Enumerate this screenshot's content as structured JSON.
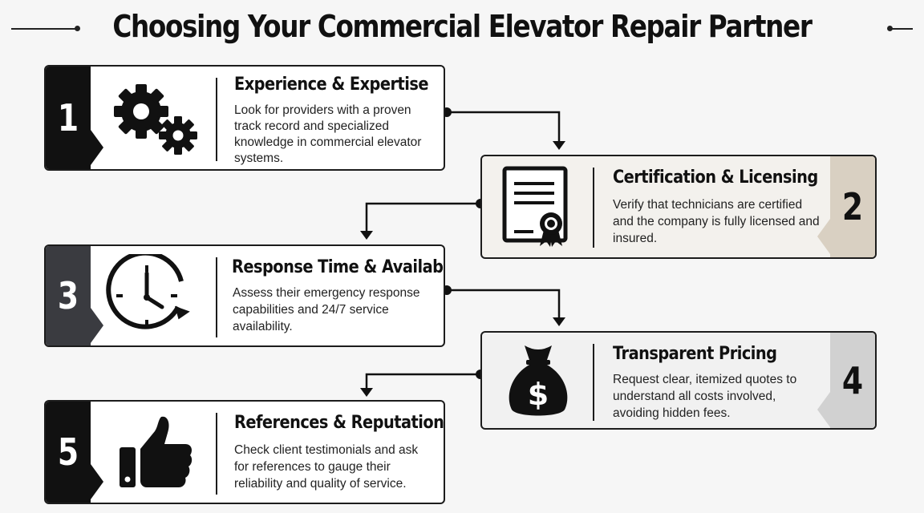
{
  "title": "Choosing Your Commercial Elevator Repair Partner",
  "colors": {
    "tab_1": "#111111",
    "tab_2": "#d9d0c2",
    "tab_3": "#3a3b40",
    "tab_4": "#d1d1d1",
    "tab_5": "#111111",
    "card_2_bg": "#f3f1ed",
    "card_4_bg": "#f1f1f1"
  },
  "steps": [
    {
      "number": "1",
      "icon": "gears-icon",
      "title": "Experience & Expertise",
      "description": "Look for providers with a proven track record and specialized knowledge in commercial elevator systems."
    },
    {
      "number": "2",
      "icon": "certificate-icon",
      "title": "Certification & Licensing",
      "description": "Verify that technicians are certified and the company is fully licensed and insured."
    },
    {
      "number": "3",
      "icon": "clock-icon",
      "title": "Response Time & Availability",
      "description": "Assess their emergency response capabilities and 24/7 service availability."
    },
    {
      "number": "4",
      "icon": "money-bag-icon",
      "title": "Transparent Pricing",
      "description": "Request clear, itemized quotes to understand all costs involved, avoiding hidden fees."
    },
    {
      "number": "5",
      "icon": "thumbs-up-icon",
      "title": "References & Reputation",
      "description": "Check client testimonials and ask for references to gauge their reliability and quality of service."
    }
  ]
}
